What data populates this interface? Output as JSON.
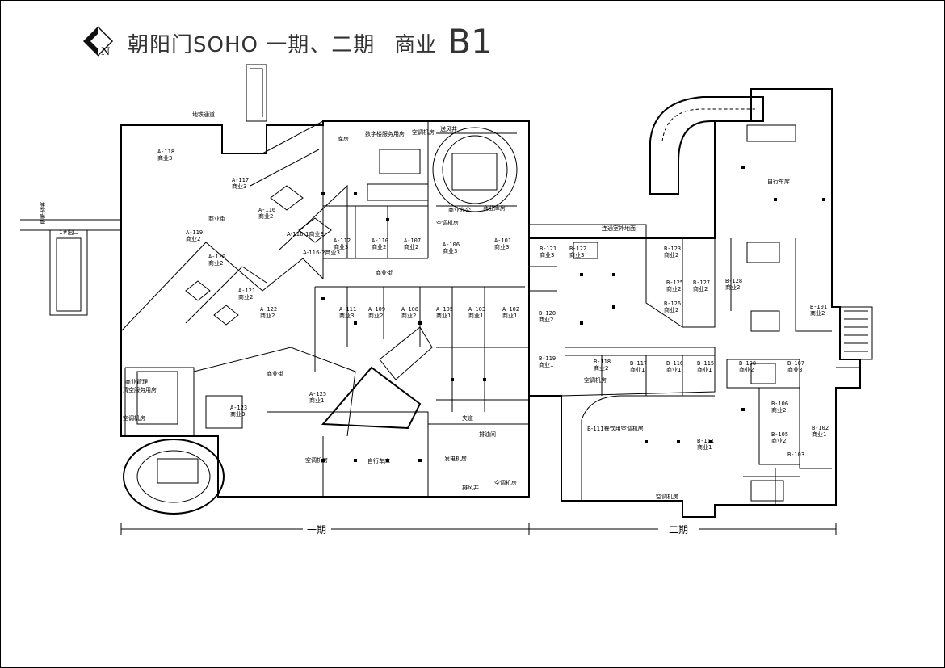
{
  "title": {
    "name": "朝阳门SOHO 一期、二期",
    "section": "商业",
    "level": "B1",
    "compass_letter": "N"
  },
  "phases": {
    "phase1": "一期",
    "phase2": "二期"
  },
  "edge_labels": {
    "subway": "地铁通道",
    "subway_left": "地铁通道",
    "exit": "1#出口"
  },
  "units": [
    {
      "id": "A-118",
      "use": "商业3"
    },
    {
      "id": "A-117",
      "use": "商业3"
    },
    {
      "id": "A-116",
      "use": "商业2"
    },
    {
      "id": "A-119",
      "use": "商业2"
    },
    {
      "id": "A-120",
      "use": "商业2"
    },
    {
      "id": "A-121",
      "use": "商业2"
    },
    {
      "id": "A-122",
      "use": "商业2"
    },
    {
      "id": "A-112",
      "use": "商业3"
    },
    {
      "id": "A-110",
      "use": "商业2"
    },
    {
      "id": "A-107",
      "use": "商业2"
    },
    {
      "id": "A-106",
      "use": "商业3"
    },
    {
      "id": "A-101",
      "use": "商业3"
    },
    {
      "id": "A-111",
      "use": "商业3"
    },
    {
      "id": "A-109",
      "use": "商业2"
    },
    {
      "id": "A-108",
      "use": "商业2"
    },
    {
      "id": "A-105",
      "use": "商业1"
    },
    {
      "id": "A-103",
      "use": "商业1"
    },
    {
      "id": "A-102",
      "use": "商业1"
    },
    {
      "id": "A-125",
      "use": "商业1"
    },
    {
      "id": "A-123",
      "use": "商业3"
    },
    {
      "id": "B-121",
      "use": "商业3"
    },
    {
      "id": "B-122",
      "use": "商业3"
    },
    {
      "id": "B-123",
      "use": "商业2"
    },
    {
      "id": "B-125",
      "use": "商业2"
    },
    {
      "id": "B-127",
      "use": "商业2"
    },
    {
      "id": "B-128",
      "use": "商业2"
    },
    {
      "id": "B-126",
      "use": "商业2"
    },
    {
      "id": "B-101",
      "use": "商业2"
    },
    {
      "id": "B-120",
      "use": "商业2"
    },
    {
      "id": "B-119",
      "use": "商业1"
    },
    {
      "id": "B-118",
      "use": "商业2"
    },
    {
      "id": "B-117",
      "use": "商业1"
    },
    {
      "id": "B-116",
      "use": "商业1"
    },
    {
      "id": "B-115",
      "use": "商业1"
    },
    {
      "id": "B-108",
      "use": "商业2"
    },
    {
      "id": "B-107",
      "use": "商业3"
    },
    {
      "id": "B-106",
      "use": "商业2"
    },
    {
      "id": "B-105",
      "use": "商业2"
    },
    {
      "id": "B-102",
      "use": "商业1"
    },
    {
      "id": "B-111",
      "use": "商业1"
    },
    {
      "id": "B-103",
      "use": ""
    }
  ],
  "rooms": {
    "r1": "库房",
    "r2": "数字楼服务用房",
    "r3": "空调机房",
    "r4": "送风井",
    "r5": "商业街",
    "r6": "商业街",
    "r7": "商业街",
    "r8": "商业办公",
    "r9": "商业库房",
    "r10": "空调机房",
    "r11": "夹道",
    "r12": "排油间",
    "r13": "发电机房",
    "r14": "空调机房",
    "r15": "排风井",
    "r16": "自行车库",
    "r17": "空调机房",
    "r18": "商业管理",
    "r19": "清空服务用房",
    "r20": "空调机房",
    "r21": "连通室外地面",
    "r22": "自行车库",
    "r23": "空调机房",
    "r24": "B-111餐饮用空调机房",
    "r25": "空调机房",
    "r26": "A-116-1商业3",
    "r27": "A-116-2商业3"
  }
}
